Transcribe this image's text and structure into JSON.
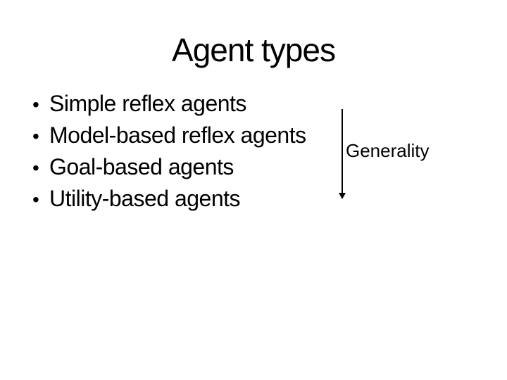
{
  "slide": {
    "title": "Agent types",
    "bullet_glyph": "•",
    "bullets": [
      "Simple reflex agents",
      "Model-based reflex agents",
      "Goal-based agents",
      "Utility-based agents"
    ],
    "annotation": {
      "label": "Generality",
      "arrow_direction": "down"
    },
    "colors": {
      "background": "#ffffff",
      "text": "#000000",
      "arrow": "#000000"
    }
  }
}
